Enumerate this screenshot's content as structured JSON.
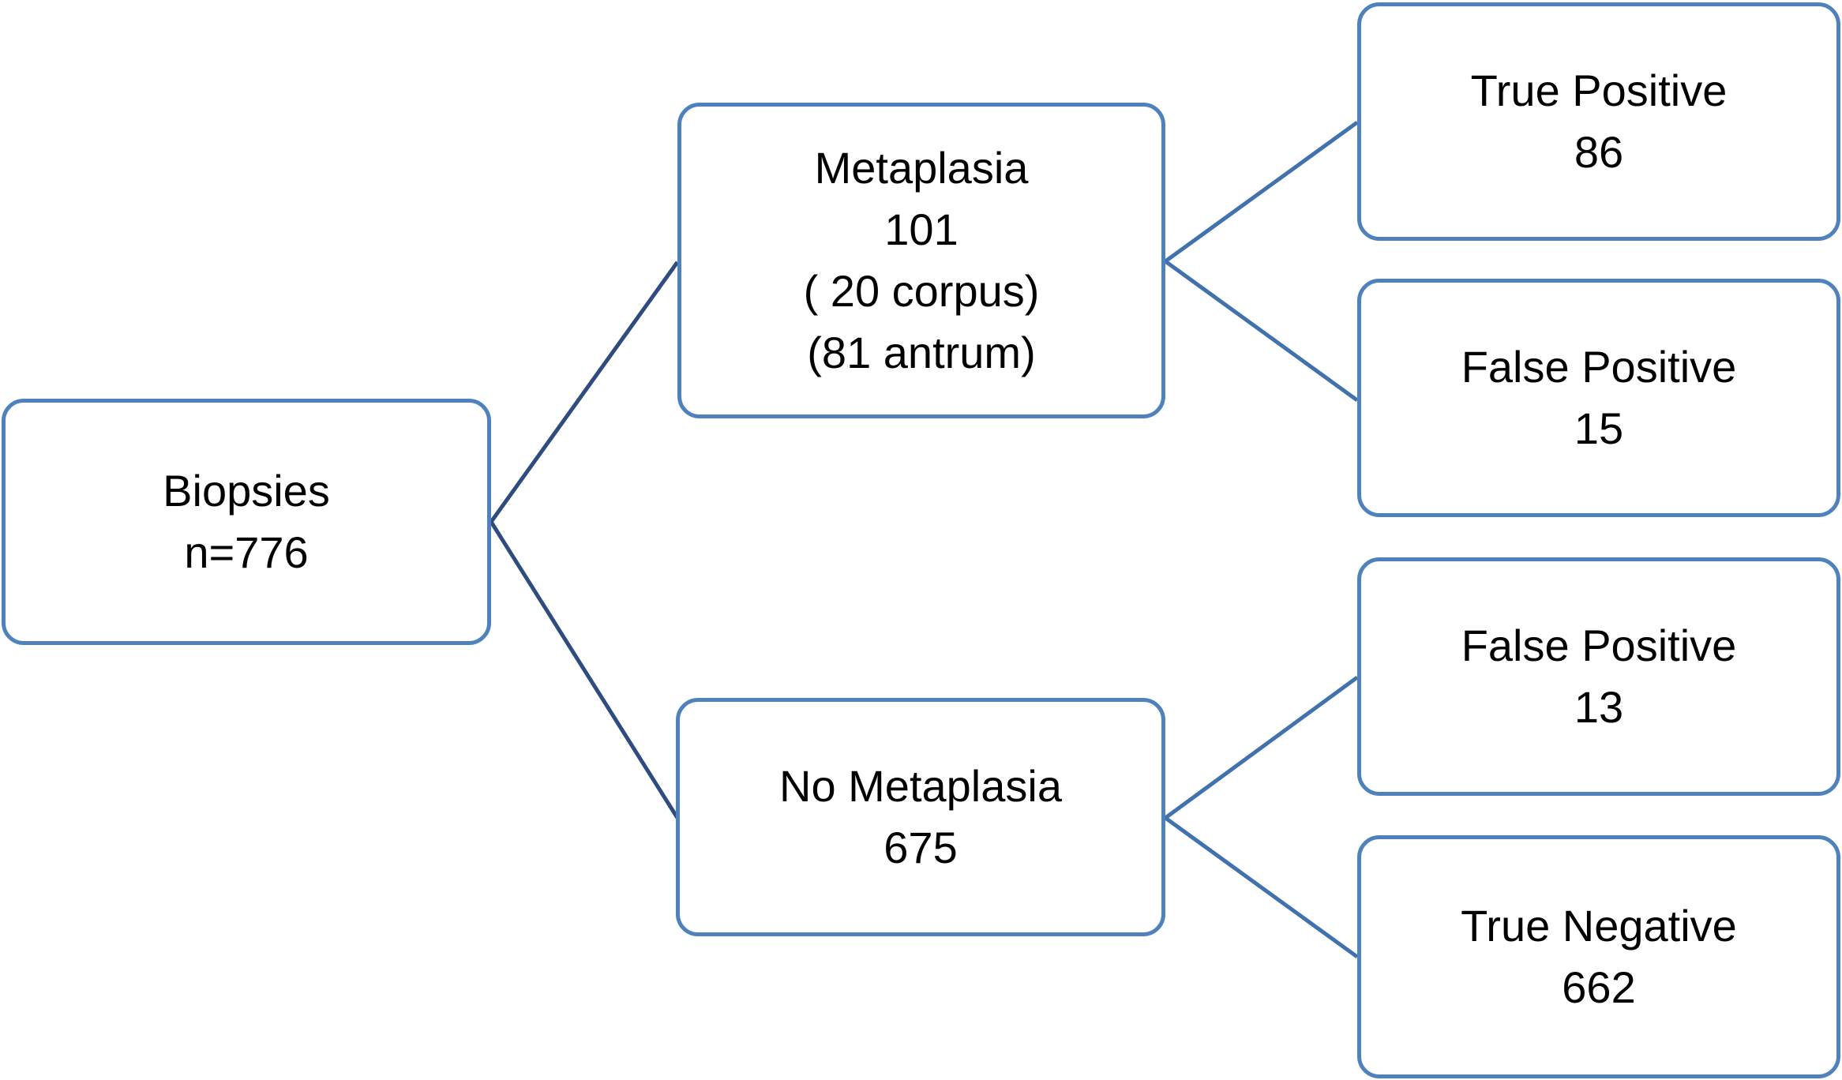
{
  "diagram": {
    "title": "Biopsy metaplasia diagnostic flowchart",
    "colors": {
      "node_border": "#4F81BD",
      "node_fill": "#FFFFFF",
      "connector_left": "#2E4C7E",
      "connector_right": "#4272AE",
      "text": "#000000"
    },
    "nodes": {
      "root": {
        "name": "Biopsies",
        "lines": [
          "Biopsies",
          "n=776"
        ]
      },
      "metaplasia": {
        "name": "Metaplasia",
        "lines": [
          "Metaplasia",
          "101",
          "( 20 corpus)",
          "(81 antrum)"
        ]
      },
      "no_metaplasia": {
        "name": "No Metaplasia",
        "lines": [
          "No Metaplasia",
          "675"
        ]
      },
      "true_positive": {
        "name": "True Positive",
        "lines": [
          "True Positive",
          "86"
        ]
      },
      "false_positive_metaplasia": {
        "name": "False Positive",
        "lines": [
          "False Positive",
          "15"
        ]
      },
      "false_positive_no_metaplasia": {
        "name": "False Positive",
        "lines": [
          "False Positive",
          "13"
        ]
      },
      "true_negative": {
        "name": "True Negative",
        "lines": [
          "True Negative",
          "662"
        ]
      }
    },
    "edges": [
      {
        "from": "root",
        "to": "metaplasia"
      },
      {
        "from": "root",
        "to": "no_metaplasia"
      },
      {
        "from": "metaplasia",
        "to": "true_positive"
      },
      {
        "from": "metaplasia",
        "to": "false_positive_metaplasia"
      },
      {
        "from": "no_metaplasia",
        "to": "false_positive_no_metaplasia"
      },
      {
        "from": "no_metaplasia",
        "to": "true_negative"
      }
    ]
  }
}
